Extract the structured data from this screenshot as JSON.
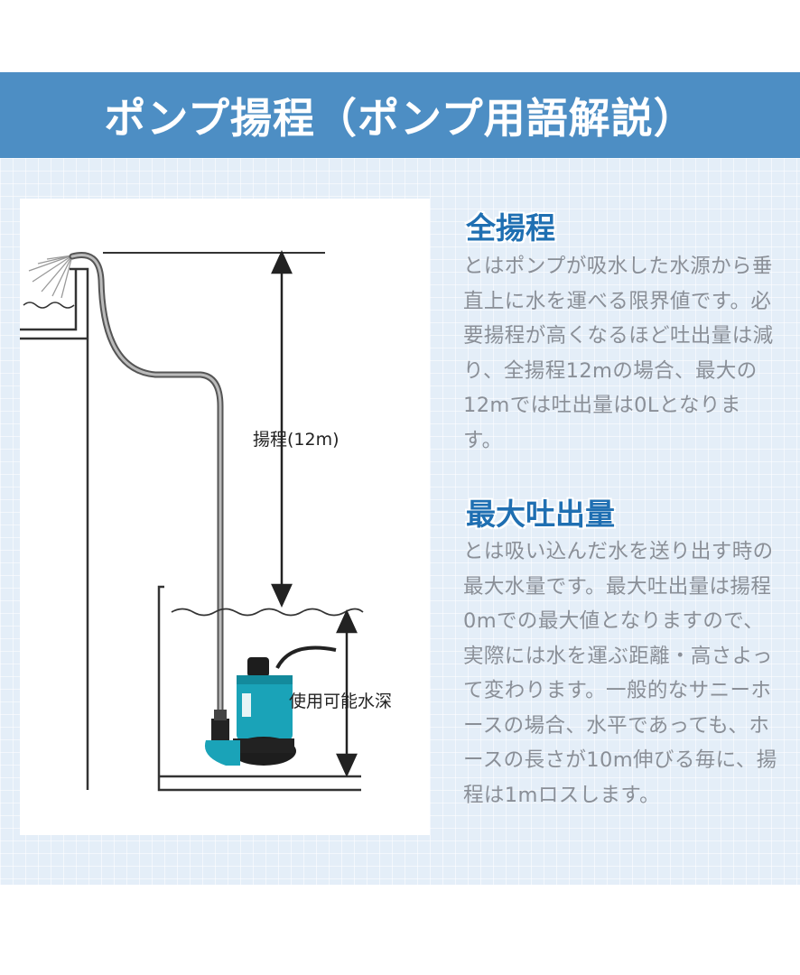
{
  "header": {
    "title": "ポンプ揚程（ポンプ用語解説）"
  },
  "diagram": {
    "head_label": "揚程(12m)",
    "depth_label": "使用可能水深"
  },
  "sections": [
    {
      "heading": "全揚程",
      "body": "とはポンプが吸水した水源から垂直上に水を運べる限界値です。必要揚程が高くなるほど吐出量は減り、全揚程12mの場合、最大の12mでは吐出量は0Lとなります。"
    },
    {
      "heading": "最大吐出量",
      "body": "とは吸い込んだ水を送り出す時の最大水量です。最大吐出量は揚程0mでの最大値となりますので、実際には水を運ぶ距離・高さよって変わります。一般的なサニーホースの場合、水平であっても、ホースの長さが10m伸びる毎に、揚程は1mロスします。"
    }
  ],
  "colors": {
    "header": "#4d8ec4",
    "heading": "#1f6fb2",
    "body_text": "#8a8f97",
    "pump": "#1aa3b8"
  }
}
